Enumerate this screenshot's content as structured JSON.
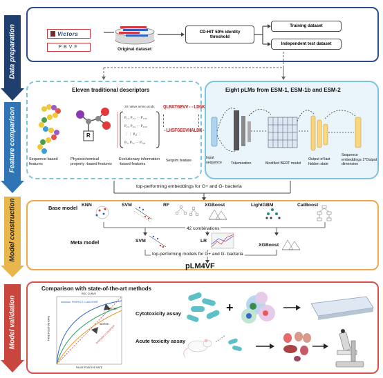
{
  "stages": [
    {
      "label": "Data preparation",
      "color": "#1f3f6e"
    },
    {
      "label": "Feature comparison",
      "color": "#2f74b5"
    },
    {
      "label": "Model construction",
      "color": "#e8b64a"
    },
    {
      "label": "Model validation",
      "color": "#c8463e"
    }
  ],
  "data_prep": {
    "sources": [
      "Victors",
      "PBVF"
    ],
    "original_dataset": "Original dataset",
    "cdhit": "CD-HIT 50% identity threshold",
    "training": "Training dataset",
    "test": "Independent test dataset"
  },
  "feature": {
    "traditional_title": "Eleven traditional descriptors",
    "trad_items": [
      "Sequence-based features",
      "Physicochemical property -based features",
      "Evolutionary information -based features",
      "Seqsim feature"
    ],
    "plm_title": "Eight pLMs from ESM-1, ESM-1b and ESM-2",
    "plm_items": [
      "Input sequence",
      "Tokenization",
      "Modified BERT model",
      "Output of last hidden state",
      "Sequence embeddings 1*Output dimension"
    ],
    "pssm_header": "20 native amino acids",
    "seq_text_1": "QLRATGEVV--LDGK",
    "seq_text_2": "-LHSFGEGVHALDK-",
    "matrix_r": "R",
    "bridge": "top-performing embeddings for G+ and G- bacteria"
  },
  "model": {
    "base_label": "Base model",
    "base_models": [
      "KNN",
      "SVM",
      "RF",
      "XGBoost",
      "LightGBM",
      "CatBoost"
    ],
    "combinations": "42 combinations",
    "meta_label": "Meta model",
    "meta_models": [
      "SVM",
      "LR",
      "XGBoost"
    ],
    "top_models": "top-performing models for G+ and G- bacteria",
    "final": "pLM4VF"
  },
  "validation": {
    "comparison_title": "Comparison with state-of-the-art methods",
    "roc_title": "ROC CURVE",
    "roc_perfect": "PERFECT CLASSIFIER",
    "roc_better": "BETTER",
    "roc_worse": "WORSE",
    "roc_random": "RANDOM CLASSIFIER",
    "roc_ylabel": "TRUE POSITIVE RATE",
    "roc_xlabel": "FALSE POSITIVE RATE",
    "cyto": "Cytotoxicity assay",
    "plus": "+",
    "acute": "Acute toxicity assay"
  },
  "colors": {
    "prep_border": "#2b4e8a",
    "feature_border": "#7cc4dd",
    "model_border": "#f0a848",
    "valid_border": "#d7504a",
    "plm_bg": "#e9f4fb"
  }
}
